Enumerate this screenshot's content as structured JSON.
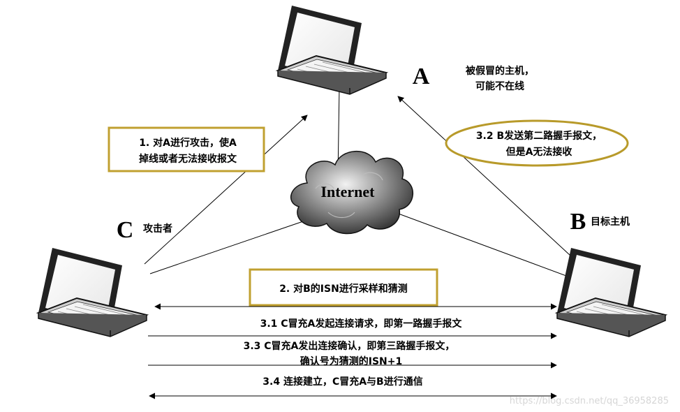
{
  "nodes": {
    "a": {
      "letter": "A",
      "desc_line1": "被假冒的主机，",
      "desc_line2": "可能不在线"
    },
    "b": {
      "letter": "B",
      "desc": "目标主机"
    },
    "c": {
      "letter": "C",
      "desc": "攻击者"
    },
    "internet": {
      "label": "Internet"
    }
  },
  "steps": {
    "s1": {
      "line1": "1. 对A进行攻击，使A",
      "line2": "掉线或者无法接收报文"
    },
    "s2": {
      "text": "2. 对B的ISN进行采样和猜测"
    },
    "s32": {
      "line1": "3.2  B发送第二路握手报文，",
      "line2": "但是A无法接收"
    },
    "s31": {
      "text": "3.1 C冒充A发起连接请求，即第一路握手报文"
    },
    "s33": {
      "line1": "3.3 C冒充A发出连接确认，即第三路握手报文，",
      "line2": "确认号为猜测的ISN+1"
    },
    "s34": {
      "text": "3.4 连接建立，C冒充A与B进行通信"
    }
  },
  "watermark": "https://blog.csdn.net/qq_36958285",
  "colors": {
    "box_border": "#c0a030",
    "ellipse_border": "#b89a2a",
    "line": "#000000"
  }
}
